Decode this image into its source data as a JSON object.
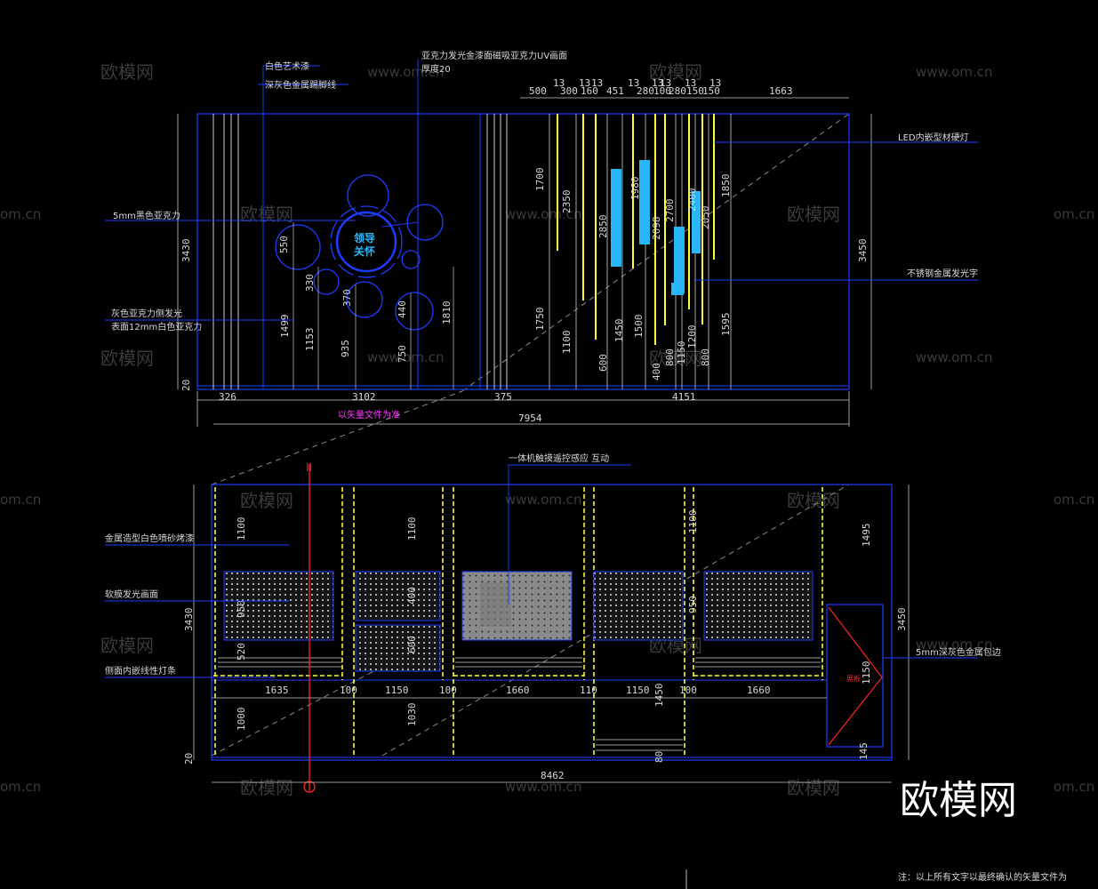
{
  "watermark": {
    "cn": "欧模网",
    "url": "www.om.cn",
    "url_fragment": "om.cn"
  },
  "brand_logo": "欧模网",
  "colors": {
    "wall": "#1e3cff",
    "dim": "#c8c8c8",
    "yellow": "#ffff33",
    "cyan": "#29b6f6",
    "red": "#ff2222",
    "magenta": "#ff3cff"
  },
  "top_view": {
    "labels": {
      "art_paint": "白色艺术漆",
      "skirting": "深灰色金属踢脚线",
      "acrylic_top1": "亚克力发光金漆面磁吸亚克力UV画面",
      "acrylic_top2": "厚度20",
      "black_acrylic": "5mm黑色亚克力",
      "side_glow1": "灰色亚克力侧发光",
      "side_glow2": "表面12mm白色亚克力",
      "led_light": "LED内嵌型材硬灯",
      "steel_letters": "不锈钢金属发光字",
      "vector_note": "以矢量文件为准",
      "center_text1": "领导",
      "center_text2": "关怀"
    },
    "top_dims": [
      "500",
      "13",
      "300",
      "160",
      "13",
      "13",
      "451",
      "13",
      "13",
      "280",
      "100",
      "280",
      "150",
      "150",
      "13",
      "13",
      "13",
      "1663"
    ],
    "bottom_dims": [
      "326",
      "3102",
      "375",
      "4151"
    ],
    "total": "7954",
    "height_left": "3430",
    "height_right": "3450",
    "base": "20",
    "circle_dims": [
      "550",
      "330",
      "370",
      "440",
      "1499",
      "1153",
      "935",
      "750",
      "1810"
    ],
    "strip_dims": [
      "1700",
      "2350",
      "2850",
      "1980",
      "2098",
      "2700",
      "2400",
      "2050",
      "1850",
      "1750",
      "1100",
      "600",
      "1450",
      "1500",
      "400",
      "800",
      "1150",
      "1200",
      "800",
      "1595"
    ]
  },
  "bottom_view": {
    "labels": {
      "touch_screen": "一体机触摸遥控感应 互动",
      "metal_paint": "金属造型白色喷砂烤漆",
      "soft_film": "软膜发光画面",
      "side_strip": "侧面内嵌线性灯条",
      "edge_trim": "5mm深灰色金属包边",
      "door_mark": "II",
      "red_badge": "展板"
    },
    "bottom_dims": [
      "1635",
      "100",
      "1150",
      "100",
      "1660",
      "110",
      "1150",
      "100",
      "1660"
    ],
    "total": "8462",
    "height_left": "3430",
    "height_right": "3450",
    "v_dims": [
      "1100",
      "1100",
      "1100",
      "1495",
      "950",
      "520",
      "400",
      "600",
      "950",
      "1150",
      "1450",
      "1000",
      "1030",
      "80",
      "145"
    ],
    "base": "20"
  },
  "footnote": "注：以上所有文字以最终确认的矢量文件为"
}
